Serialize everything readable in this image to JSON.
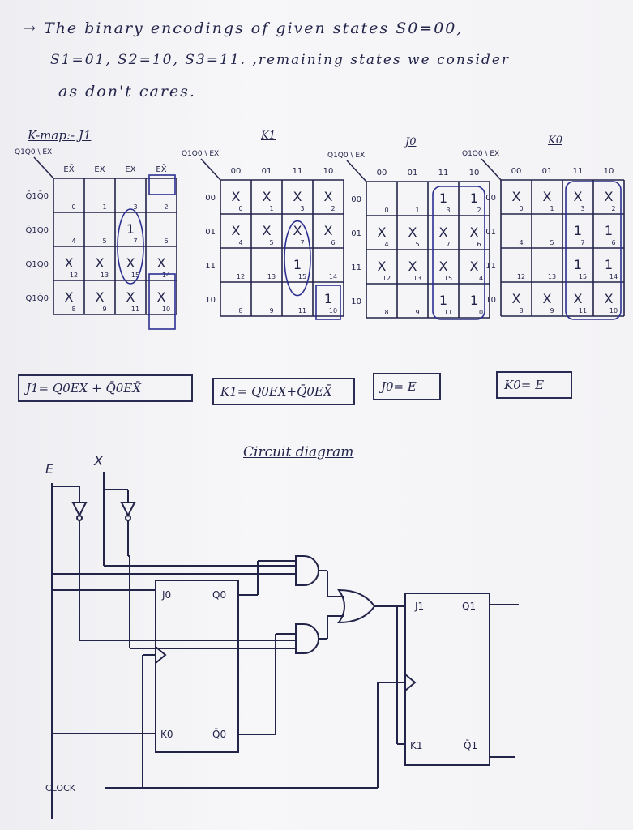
{
  "intro": {
    "line1": "→ The binary encodings of given states S0=00,",
    "line2": "S1=01, S2=10, S3=11. ,remaining states we consider",
    "line3": "as don't cares."
  },
  "kmaps": [
    {
      "heading": "K-map:- J1",
      "corner": "Q1Q0 \\ EX",
      "cols": [
        "ĒX̄",
        "ĒX",
        "EX",
        "EX̄"
      ],
      "rows": [
        "Q̄1Q̄0",
        "Q̄1Q0",
        "Q1Q0",
        "Q1Q̄0"
      ],
      "cells": [
        [
          "",
          "",
          "",
          ""
        ],
        [
          "",
          "",
          "1",
          ""
        ],
        [
          "X",
          "X",
          "X",
          "X"
        ],
        [
          "X",
          "X",
          "X",
          "X"
        ]
      ],
      "indices": [
        [
          "0",
          "1",
          "3",
          "2"
        ],
        [
          "4",
          "5",
          "7",
          "6"
        ],
        [
          "12",
          "13",
          "15",
          "14"
        ],
        [
          "8",
          "9",
          "11",
          "10"
        ]
      ]
    },
    {
      "heading": "K1",
      "corner": "Q1Q0 \\ EX",
      "cols": [
        "00",
        "01",
        "11",
        "10"
      ],
      "rows": [
        "00",
        "01",
        "11",
        "10"
      ],
      "cells": [
        [
          "X",
          "X",
          "X",
          "X"
        ],
        [
          "X",
          "X",
          "X",
          "X"
        ],
        [
          "",
          "",
          "1",
          ""
        ],
        [
          "",
          "",
          "",
          "1"
        ]
      ],
      "indices": [
        [
          "0",
          "1",
          "3",
          "2"
        ],
        [
          "4",
          "5",
          "7",
          "6"
        ],
        [
          "12",
          "13",
          "15",
          "14"
        ],
        [
          "8",
          "9",
          "11",
          "10"
        ]
      ]
    },
    {
      "heading": "J0",
      "corner": "Q1Q0 \\ EX",
      "cols": [
        "00",
        "01",
        "11",
        "10"
      ],
      "rows": [
        "00",
        "01",
        "11",
        "10"
      ],
      "cells": [
        [
          "",
          "",
          "1",
          "1"
        ],
        [
          "X",
          "X",
          "X",
          "X"
        ],
        [
          "X",
          "X",
          "X",
          "X"
        ],
        [
          "",
          "",
          "1",
          "1"
        ]
      ],
      "indices": [
        [
          "0",
          "1",
          "3",
          "2"
        ],
        [
          "4",
          "5",
          "7",
          "6"
        ],
        [
          "12",
          "13",
          "15",
          "14"
        ],
        [
          "8",
          "9",
          "11",
          "10"
        ]
      ]
    },
    {
      "heading": "K0",
      "corner": "Q1Q0 \\ EX",
      "cols": [
        "00",
        "01",
        "11",
        "10"
      ],
      "rows": [
        "00",
        "01",
        "11",
        "10"
      ],
      "cells": [
        [
          "X",
          "X",
          "X",
          "X"
        ],
        [
          "",
          "",
          "1",
          "1"
        ],
        [
          "",
          "",
          "1",
          "1"
        ],
        [
          "X",
          "X",
          "X",
          "X"
        ]
      ],
      "indices": [
        [
          "0",
          "1",
          "3",
          "2"
        ],
        [
          "4",
          "5",
          "7",
          "6"
        ],
        [
          "12",
          "13",
          "15",
          "14"
        ],
        [
          "8",
          "9",
          "11",
          "10"
        ]
      ]
    }
  ],
  "equations": {
    "j1": "J1= Q0EX + Q̄0EX̄",
    "k1": "K1= Q0EX+Q̄0EX̄",
    "j0": "J0= E",
    "k0": "K0= E"
  },
  "circuit": {
    "title": "Circuit diagram",
    "input_e": "E",
    "input_x": "X",
    "clock": "CLOCK",
    "ff0": {
      "j": "J0",
      "k": "K0",
      "q": "Q0",
      "qbar": "Q̄0"
    },
    "ff1": {
      "j": "J1",
      "k": "K1",
      "q": "Q1",
      "qbar": "Q̄1"
    }
  },
  "colors": {
    "ink": "#23244a",
    "pen_blue": "#2b2f8f"
  }
}
